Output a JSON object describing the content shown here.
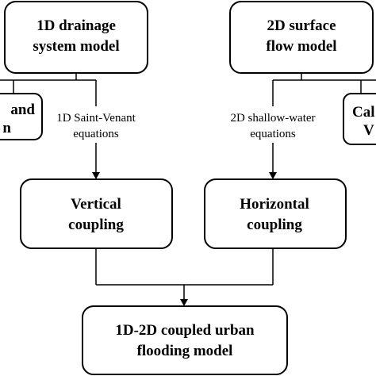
{
  "nodes": {
    "drainage_model": {
      "line1": "1D drainage",
      "line2": "system model"
    },
    "surface_model": {
      "line1": "2D surface",
      "line2": "flow model"
    },
    "left_partial": {
      "line1": "and",
      "line2": "n"
    },
    "right_partial": {
      "line1": "Cal",
      "line2": "V"
    },
    "vertical_coupling": {
      "line1": "Vertical",
      "line2": "coupling"
    },
    "horizontal_coupling": {
      "line1": "Horizontal",
      "line2": "coupling"
    },
    "coupled_model": {
      "line1": "1D-2D coupled urban",
      "line2": "flooding model"
    }
  },
  "edge_labels": {
    "saint_venant": {
      "line1": "1D Saint-Venant",
      "line2": "equations"
    },
    "shallow_water": {
      "line1": "2D shallow-water",
      "line2": "equations"
    }
  }
}
